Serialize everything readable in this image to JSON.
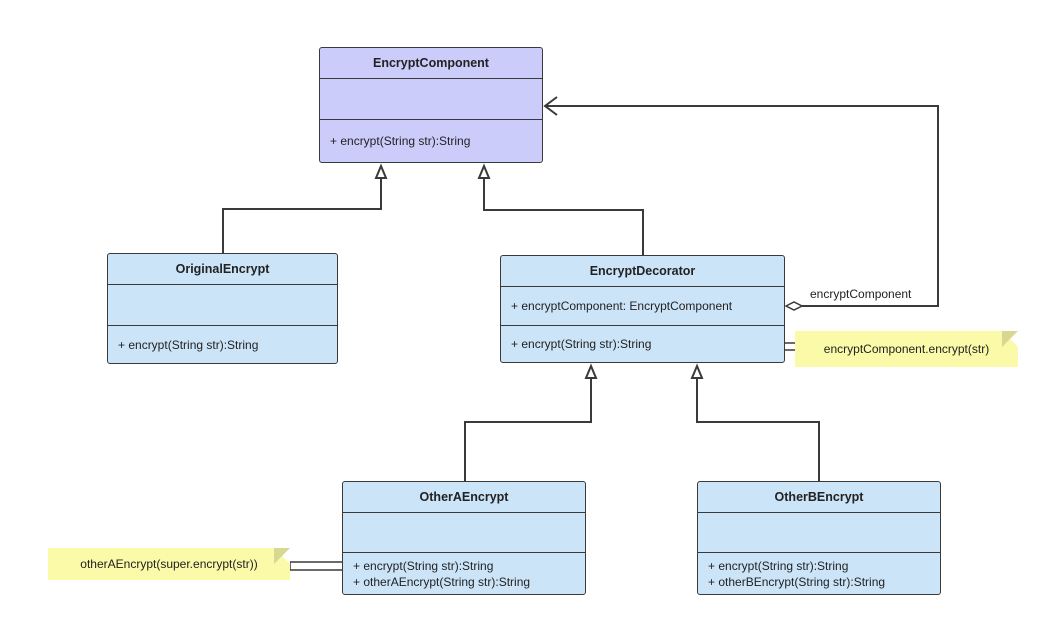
{
  "classes": {
    "encrypt_component": {
      "name": "EncryptComponent",
      "attributes": [],
      "operations": [
        "+ encrypt(String str):String"
      ]
    },
    "original_encrypt": {
      "name": "OriginalEncrypt",
      "attributes": [],
      "operations": [
        "+ encrypt(String str):String"
      ]
    },
    "encrypt_decorator": {
      "name": "EncryptDecorator",
      "attributes": [
        "+ encryptComponent: EncryptComponent"
      ],
      "operations": [
        "+ encrypt(String str):String"
      ]
    },
    "other_a_encrypt": {
      "name": "OtherAEncrypt",
      "attributes": [],
      "operations": [
        "+ encrypt(String str):String",
        "+ otherAEncrypt(String str):String"
      ]
    },
    "other_b_encrypt": {
      "name": "OtherBEncrypt",
      "attributes": [],
      "operations": [
        "+ encrypt(String str):String",
        "+ otherBEncrypt(String str):String"
      ]
    }
  },
  "notes": {
    "decorator_note": "encryptComponent.encrypt(str)",
    "other_a_note": "otherAEncrypt(super.encrypt(str))"
  },
  "associations": {
    "aggregation_role": "encryptComponent"
  },
  "colors": {
    "interface_fill": "#ccccfa",
    "class_fill": "#cce4f8",
    "note_fill": "#fafaa8",
    "line": "#3a3a3a"
  }
}
